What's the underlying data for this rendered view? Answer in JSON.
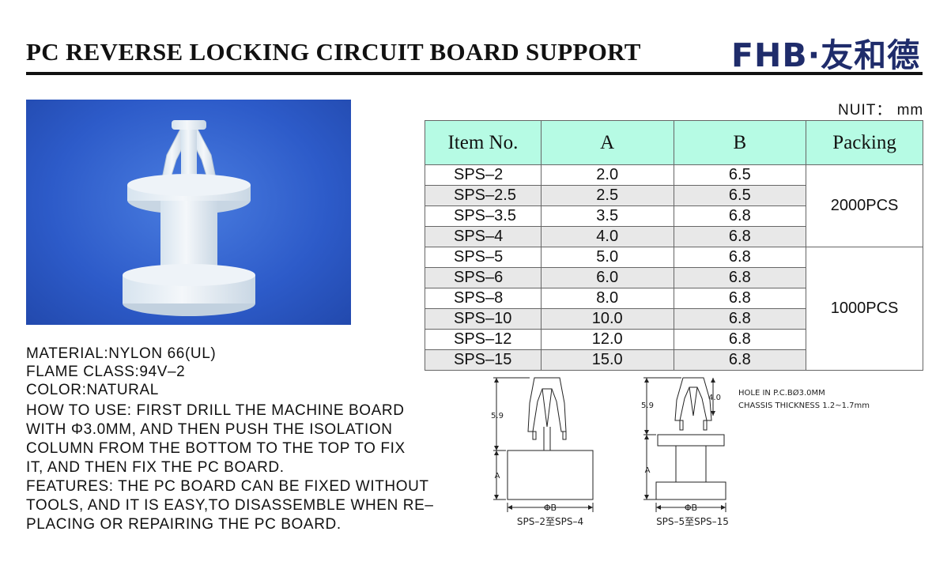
{
  "header": {
    "title": "PC REVERSE LOCKING CIRCUIT BOARD SUPPORT",
    "brand": "FHB·友和德"
  },
  "specs": [
    "MATERIAL:NYLON 66(UL)",
    "FLAME CLASS:94V–2",
    "COLOR:NATURAL"
  ],
  "howto": [
    "HOW TO USE: FIRST DRILL THE MACHINE BOARD",
    "WITH Φ3.0MM, AND THEN PUSH THE ISOLATION",
    "COLUMN FROM THE BOTTOM TO THE TOP TO FIX",
    "IT, AND THEN FIX THE PC BOARD.",
    "FEATURES: THE PC BOARD CAN BE FIXED WITHOUT",
    "TOOLS, AND IT IS EASY,TO DISASSEMBLE WHEN RE–",
    "PLACING OR REPAIRING THE PC BOARD."
  ],
  "unit": "NUIT： mm",
  "table": {
    "headers": [
      "Item No.",
      "A",
      "B",
      "Packing"
    ],
    "rows": [
      {
        "item": "SPS–2",
        "a": "2.0",
        "b": "6.5"
      },
      {
        "item": "SPS–2.5",
        "a": "2.5",
        "b": "6.5"
      },
      {
        "item": "SPS–3.5",
        "a": "3.5",
        "b": "6.8"
      },
      {
        "item": "SPS–4",
        "a": "4.0",
        "b": "6.8"
      },
      {
        "item": "SPS–5",
        "a": "5.0",
        "b": "6.8"
      },
      {
        "item": "SPS–6",
        "a": "6.0",
        "b": "6.8"
      },
      {
        "item": "SPS–8",
        "a": "8.0",
        "b": "6.8"
      },
      {
        "item": "SPS–10",
        "a": "10.0",
        "b": "6.8"
      },
      {
        "item": "SPS–12",
        "a": "12.0",
        "b": "6.8"
      },
      {
        "item": "SPS–15",
        "a": "15.0",
        "b": "6.8"
      }
    ],
    "packing": [
      "2000PCS",
      "1000PCS"
    ]
  },
  "diagram": {
    "left": {
      "height_label": "5.9",
      "a_label": "A",
      "b_label": "ΦB",
      "caption": "SPS–2至SPS–4"
    },
    "right": {
      "height_label": "5.9",
      "top_label": "4.0",
      "a_label": "A",
      "b_label": "ΦB",
      "caption": "SPS–5至SPS–15"
    },
    "note1": "HOLE IN P.C.BØ3.0MM",
    "note2": "CHASSIS THICKNESS 1.2~1.7mm"
  }
}
